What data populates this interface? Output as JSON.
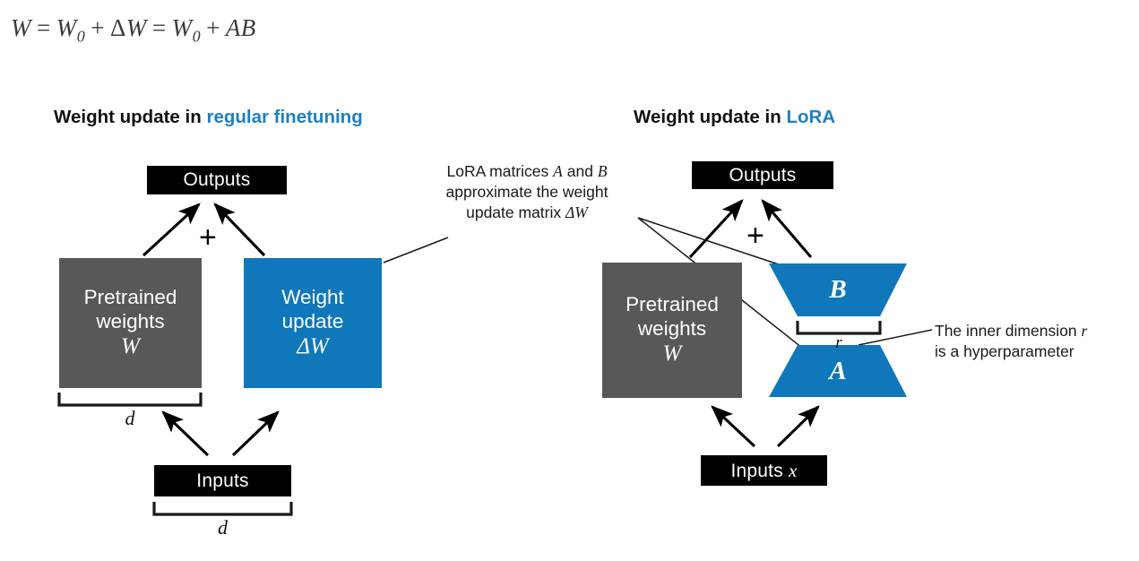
{
  "figure": {
    "formula": {
      "parts": [
        "W",
        "=",
        "W",
        "0",
        "+",
        "ΔW",
        "=",
        "W",
        "0",
        "+",
        "AB"
      ],
      "text": "W = W0 + ΔW = W0 + AB"
    },
    "colors": {
      "accent_blue": "#1f7fc4",
      "box_blue": "#1177bb",
      "box_gray": "#585858",
      "box_black": "#000000",
      "text_dark": "#111111",
      "background": "#ffffff"
    }
  },
  "left_panel": {
    "title_prefix": "Weight update in",
    "title_accent": "regular finetuning",
    "outputs_box": {
      "label": "Outputs"
    },
    "plus_symbol": "+",
    "pretrained_box": {
      "line1": "Pretrained",
      "line2": "weights",
      "symbol": "W"
    },
    "update_box": {
      "line1": "Weight",
      "line2": "update",
      "symbol": "ΔW"
    },
    "inputs_box": {
      "label": "Inputs"
    },
    "brace_weights_label": "d",
    "brace_inputs_label": "d"
  },
  "right_panel": {
    "title_prefix": "Weight update in",
    "title_accent": "LoRA",
    "outputs_box": {
      "label": "Outputs"
    },
    "plus_symbol": "+",
    "pretrained_box": {
      "line1": "Pretrained",
      "line2": "weights",
      "symbol": "W"
    },
    "matrix_b": {
      "label": "B"
    },
    "matrix_a": {
      "label": "A"
    },
    "brace_r_label": "r",
    "inputs_box": {
      "label": "Inputs",
      "symbol": "x"
    }
  },
  "annotations": {
    "lora_matrices": {
      "line1_a": "LoRA matrices",
      "line1_var1": "A",
      "line1_and": "and",
      "line1_var2": "B",
      "line2": "approximate the weight",
      "line3_a": "update matrix",
      "line3_var": "ΔW"
    },
    "inner_dimension": {
      "line1_a": "The inner dimension",
      "line1_var": "r",
      "line2": "is a hyperparameter"
    }
  }
}
